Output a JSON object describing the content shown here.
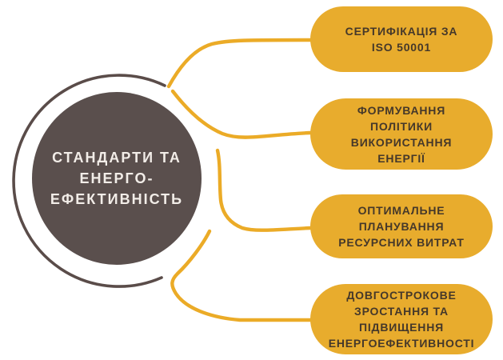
{
  "diagram": {
    "title_node": {
      "lines": [
        "СТАНДАРТИ ТА",
        "ЕНЕРГО-",
        "ЕФЕКТИВНІСТЬ"
      ]
    },
    "pills": [
      {
        "lines": [
          "СЕРТИФІКАЦІЯ ЗА",
          "ISO 50001"
        ]
      },
      {
        "lines": [
          "ФОРМУВАННЯ",
          "ПОЛІТИКИ",
          "ВИКОРИСТАННЯ",
          "ЕНЕРГІЇ"
        ]
      },
      {
        "lines": [
          "ОПТИМАЛЬНЕ",
          "ПЛАНУВАННЯ",
          "РЕСУРСНИХ ВИТРАТ"
        ]
      },
      {
        "lines": [
          "ДОВГОСТРОКОВЕ",
          "ЗРОСТАННЯ ТА",
          "ПІДВИЩЕННЯ",
          "ЕНЕРГОЕФЕКТИВНОСТІ"
        ]
      }
    ],
    "colors": {
      "background": "#FFFFFF",
      "central_circle_fill": "#5A4F4D",
      "central_circle_text": "#F2EDE8",
      "outline_ring": "#5A4C49",
      "connector_yellow": "#EBAB27",
      "pill_fill": "#E8AC2D",
      "pill_text": "#45382A"
    }
  }
}
